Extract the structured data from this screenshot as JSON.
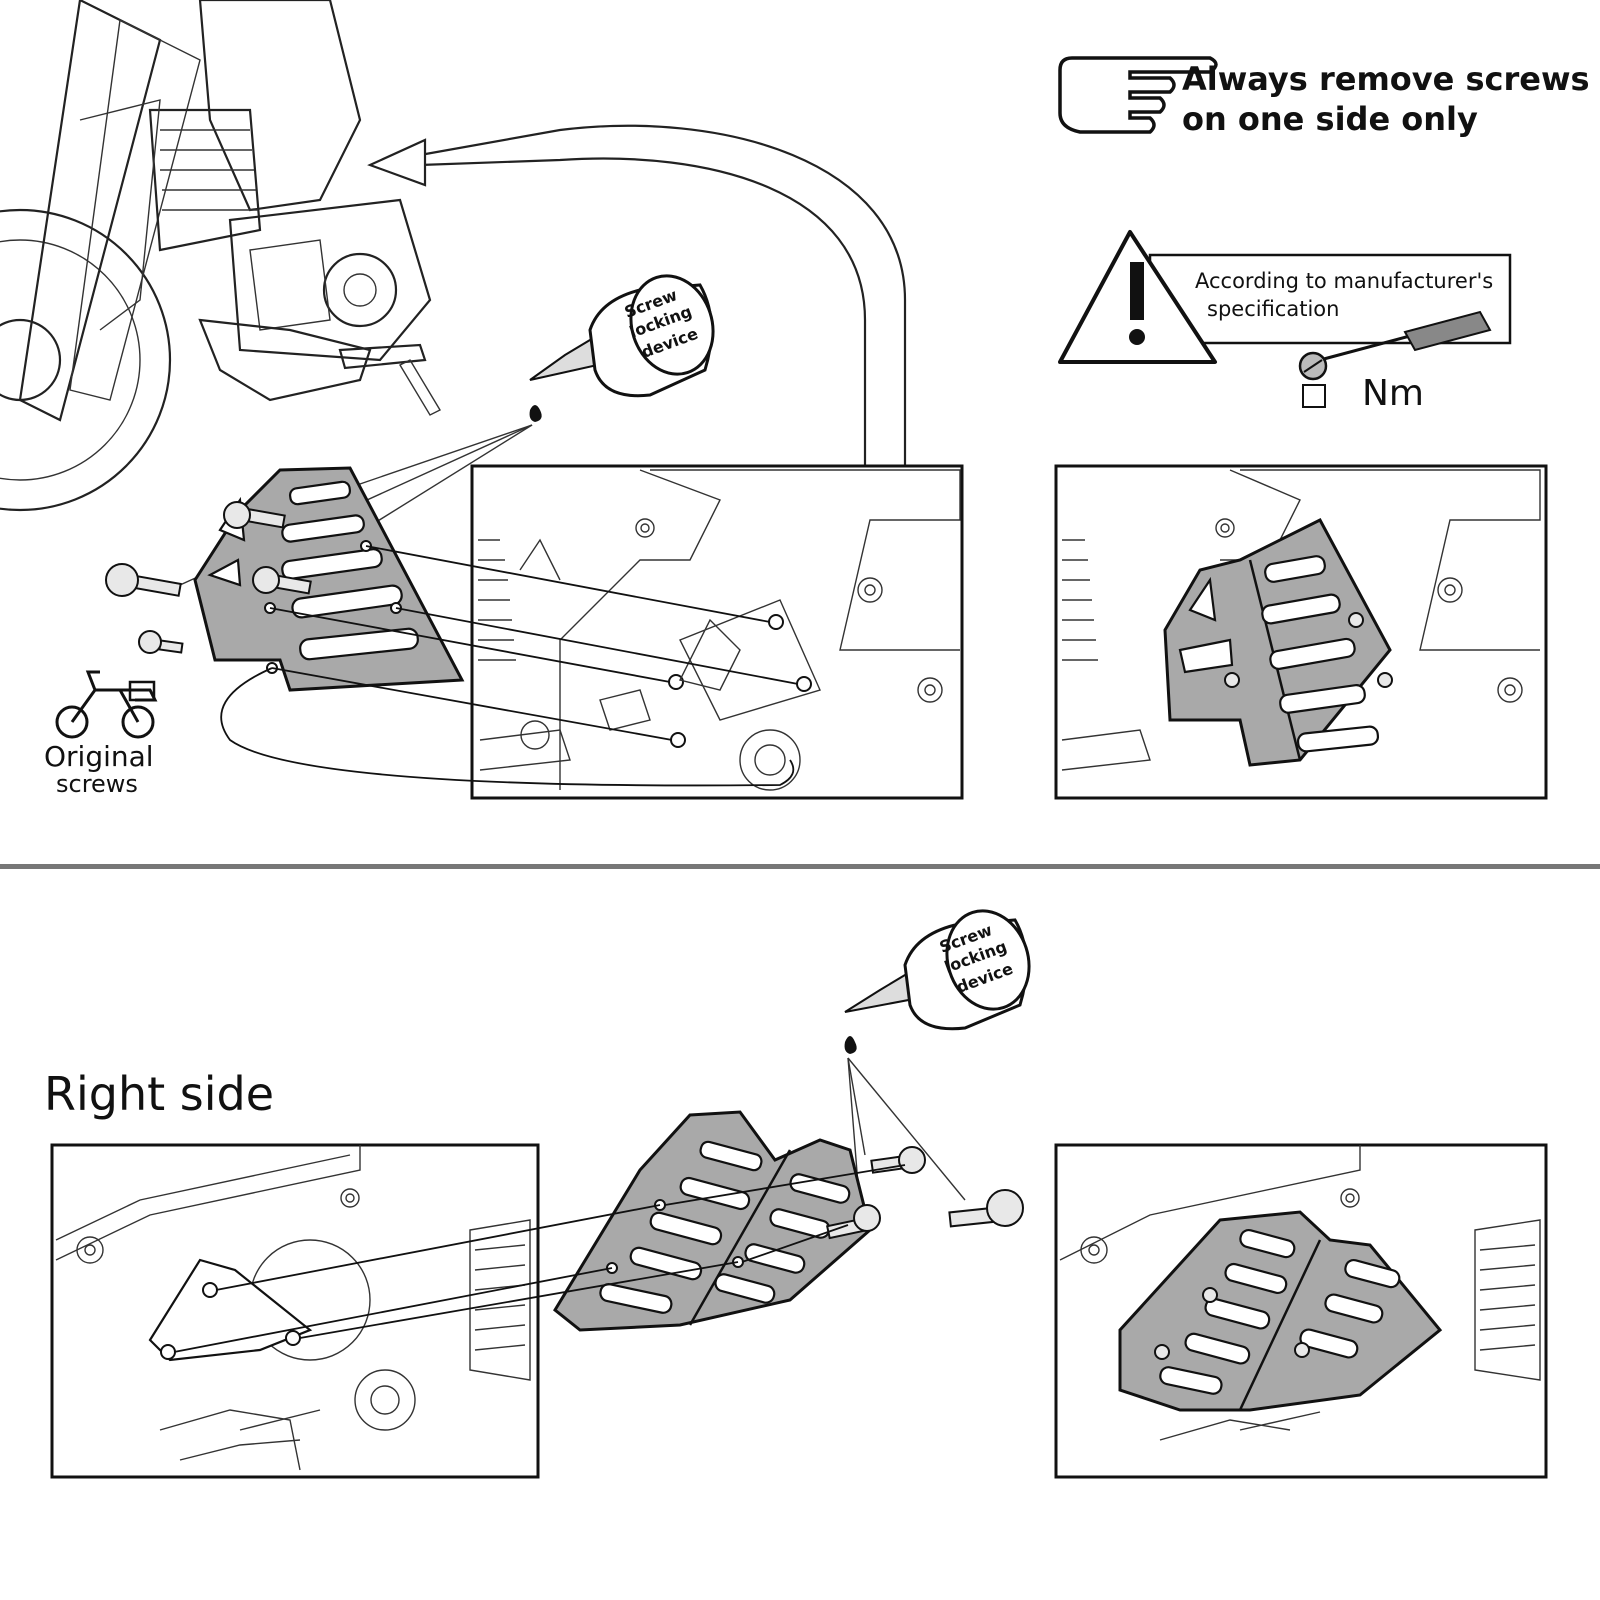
{
  "hint": {
    "icon": "pointing-hand-icon",
    "line1": "Always remove screws",
    "line2": "on one side only"
  },
  "torque": {
    "icon": "warning-triangle-icon",
    "line1": "According to manufacturer's",
    "line2": "specification",
    "unit": "Nm"
  },
  "loctite_top": {
    "line1": "Screw",
    "line2": "locking",
    "line3": "device"
  },
  "loctite_bottom": {
    "line1": "Screw",
    "line2": "locking",
    "line3": "device"
  },
  "original_screws": {
    "icon": "motorcycle-icon",
    "line1": "Original",
    "line2": "screws"
  },
  "right_side": {
    "title": "Right side"
  },
  "colors": {
    "plate": "#a9a9a9",
    "ink": "#111111",
    "divider": "#777777"
  }
}
